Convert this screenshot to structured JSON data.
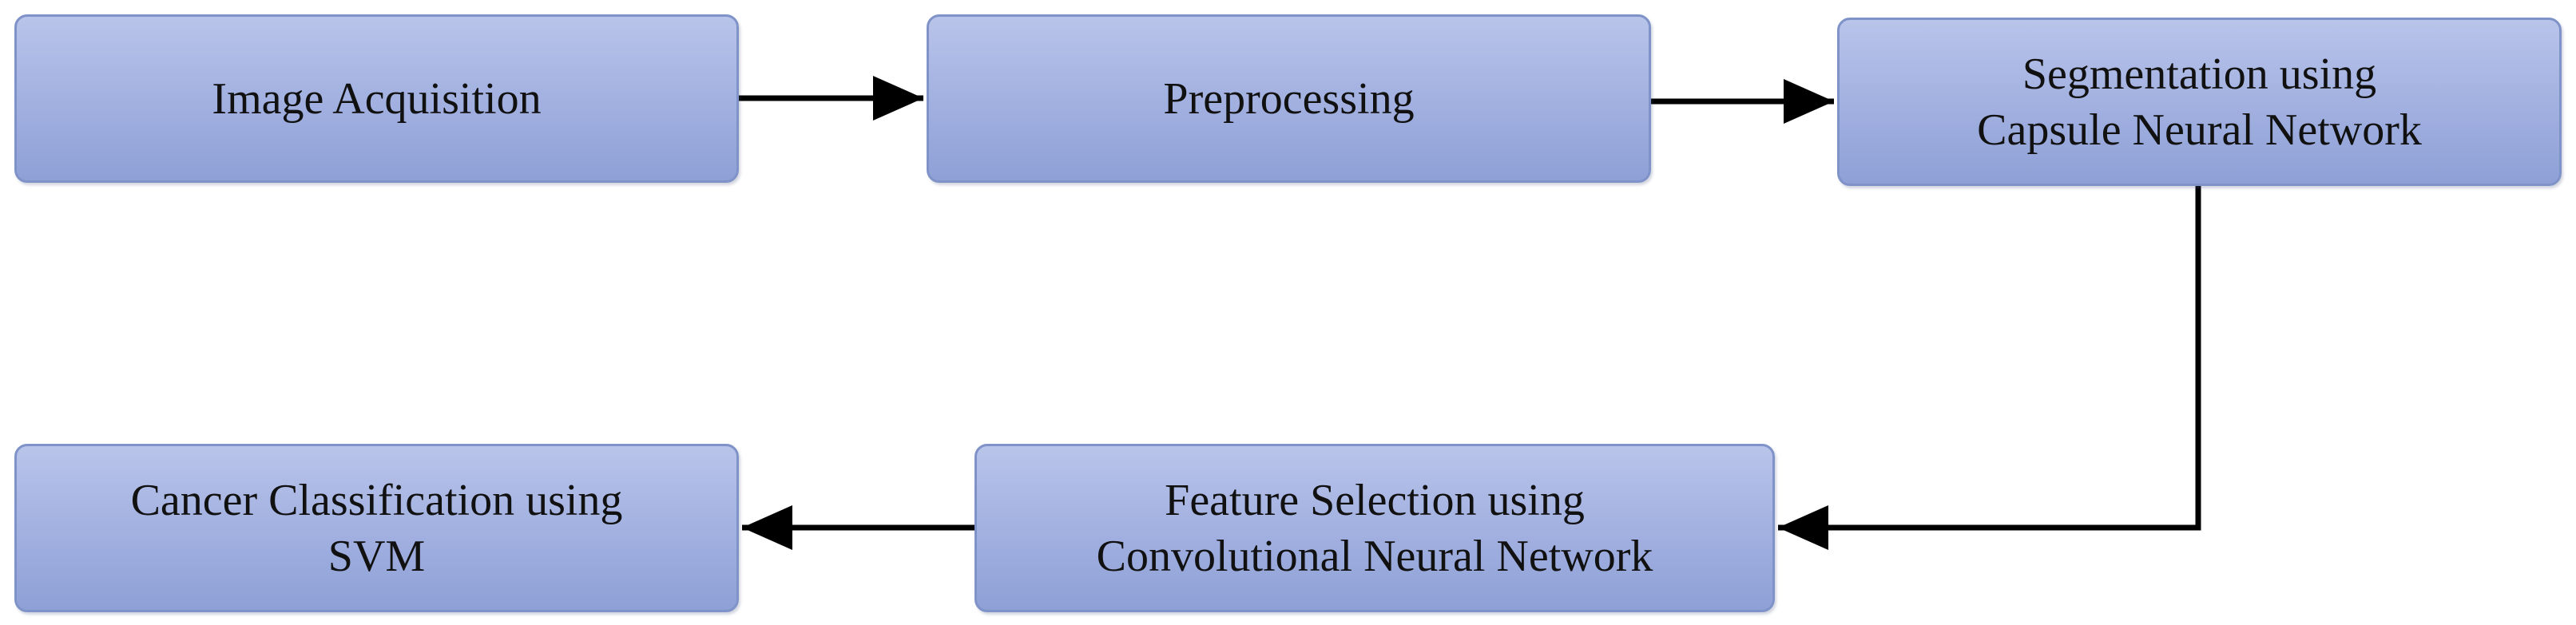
{
  "diagram": {
    "nodes": [
      {
        "id": "n1",
        "label": "Image Acquisition"
      },
      {
        "id": "n2",
        "label": "Preprocessing"
      },
      {
        "id": "n3",
        "label": "Segmentation using\nCapsule Neural Network"
      },
      {
        "id": "n4",
        "label": "Feature Selection using\nConvolutional Neural Network"
      },
      {
        "id": "n5",
        "label": "Cancer Classification using\nSVM"
      }
    ],
    "edges": [
      {
        "from": "n1",
        "to": "n2"
      },
      {
        "from": "n2",
        "to": "n3"
      },
      {
        "from": "n3",
        "to": "n4"
      },
      {
        "from": "n4",
        "to": "n5"
      }
    ]
  }
}
